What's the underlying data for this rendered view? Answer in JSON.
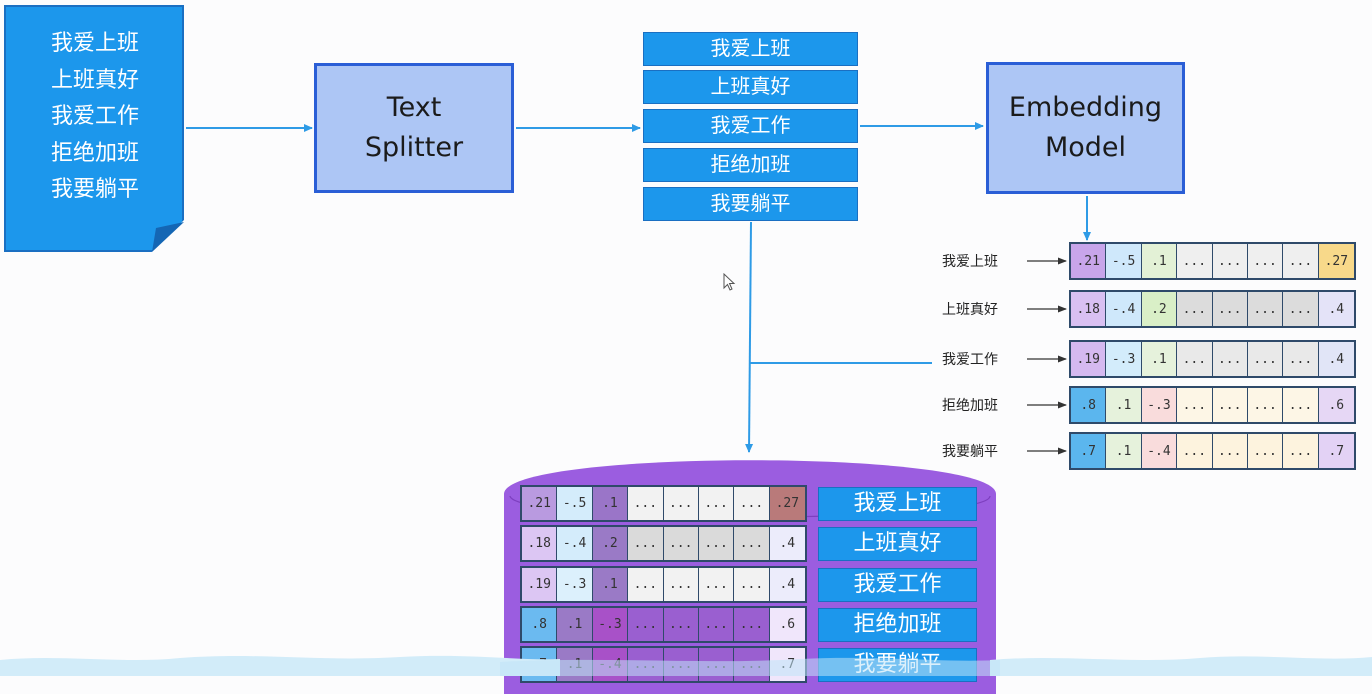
{
  "source_document": {
    "lines": [
      "我爱上班",
      "上班真好",
      "我爱工作",
      "拒绝加班",
      "我要躺平"
    ]
  },
  "text_splitter": {
    "line1": "Text",
    "line2": "Splitter"
  },
  "chunks": [
    "我爱上班",
    "上班真好",
    "我爱工作",
    "拒绝加班",
    "我要躺平"
  ],
  "embedding_model": {
    "line1": "Embedding",
    "line2": "Model"
  },
  "vectors": [
    {
      "label": "我爱上班",
      "cells": [
        ".21",
        "-.5",
        ".1",
        "...",
        "...",
        "...",
        "...",
        ".27"
      ]
    },
    {
      "label": "上班真好",
      "cells": [
        ".18",
        "-.4",
        ".2",
        "...",
        "...",
        "...",
        "...",
        ".4"
      ]
    },
    {
      "label": "我爱工作",
      "cells": [
        ".19",
        "-.3",
        ".1",
        "...",
        "...",
        "...",
        "...",
        ".4"
      ]
    },
    {
      "label": "拒绝加班",
      "cells": [
        ".8",
        ".1",
        "-.3",
        "...",
        "...",
        "...",
        "...",
        ".6"
      ]
    },
    {
      "label": "我要躺平",
      "cells": [
        ".7",
        ".1",
        "-.4",
        "...",
        "...",
        "...",
        "...",
        ".7"
      ]
    }
  ],
  "vector_colors": [
    [
      "#c8a5ea",
      "#cfe8fb",
      "#e3f1d6",
      "#efefef",
      "#efefef",
      "#efefef",
      "#efefef",
      "#f8d98a"
    ],
    [
      "#d9c0f2",
      "#cfe8fb",
      "#d9efc7",
      "#dcdcdc",
      "#dcdcdc",
      "#dcdcdc",
      "#dcdcdc",
      "#e4e3f8"
    ],
    [
      "#d5b9f0",
      "#d3ecfb",
      "#e6f2dc",
      "#e9e9e9",
      "#e9e9e9",
      "#e9e9e9",
      "#e9e9e9",
      "#e1e5f7"
    ],
    [
      "#5bb6ee",
      "#e6f2dc",
      "#f9dcdc",
      "#fdf6e6",
      "#fdf6e6",
      "#fdf6e6",
      "#fdf6e6",
      "#e6d7f5"
    ],
    [
      "#5bb6ee",
      "#e6f2dc",
      "#f9dcdc",
      "#fdf3de",
      "#fdf3de",
      "#fdf3de",
      "#fdf3de",
      "#e3d2f5"
    ]
  ],
  "db_colors": [
    [
      "#b99ae0",
      "#d4ecfb",
      "#9a75c8",
      "#f2f2f2",
      "#f2f2f2",
      "#f2f2f2",
      "#f2f2f2",
      "#b97a7a"
    ],
    [
      "#dcc6f3",
      "#d4ecfb",
      "#9a7ac6",
      "#dadada",
      "#dadada",
      "#dadada",
      "#dadada",
      "#ececfb"
    ],
    [
      "#dcc6f3",
      "#dcf0fc",
      "#9a7ac6",
      "#f2f2f2",
      "#f2f2f2",
      "#f2f2f2",
      "#f2f2f2",
      "#ececfb"
    ],
    [
      "#6bbaf0",
      "#9a7ac6",
      "#a851c8",
      "#9a5fd0",
      "#9a5fd0",
      "#9a5fd0",
      "#9a5fd0",
      "#f0e6fb"
    ],
    [
      "#6bbaf0",
      "#9a7ac6",
      "#a851c8",
      "#9a5fd0",
      "#9a5fd0",
      "#9a5fd0",
      "#9a5fd0",
      "#f0e6fb"
    ]
  ],
  "vector_store": {
    "rows": [
      {
        "cells": [
          ".21",
          "-.5",
          ".1",
          "...",
          "...",
          "...",
          "...",
          ".27"
        ],
        "text": "我爱上班"
      },
      {
        "cells": [
          ".18",
          "-.4",
          ".2",
          "...",
          "...",
          "...",
          "...",
          ".4"
        ],
        "text": "上班真好"
      },
      {
        "cells": [
          ".19",
          "-.3",
          ".1",
          "...",
          "...",
          "...",
          "...",
          ".4"
        ],
        "text": "我爱工作"
      },
      {
        "cells": [
          ".8",
          ".1",
          "-.3",
          "...",
          "...",
          "...",
          "...",
          ".6"
        ],
        "text": "拒绝加班"
      },
      {
        "cells": [
          ".7",
          ".1",
          "-.4",
          "...",
          "...",
          "...",
          "...",
          ".7"
        ],
        "text": "我要躺平"
      }
    ]
  },
  "colors": {
    "chunk_blue": "#1c97ec",
    "process_fill": "#adc6f5",
    "process_border": "#2a5ed6",
    "arrow": "#2e9be6",
    "db_purple": "#9b5de0"
  }
}
